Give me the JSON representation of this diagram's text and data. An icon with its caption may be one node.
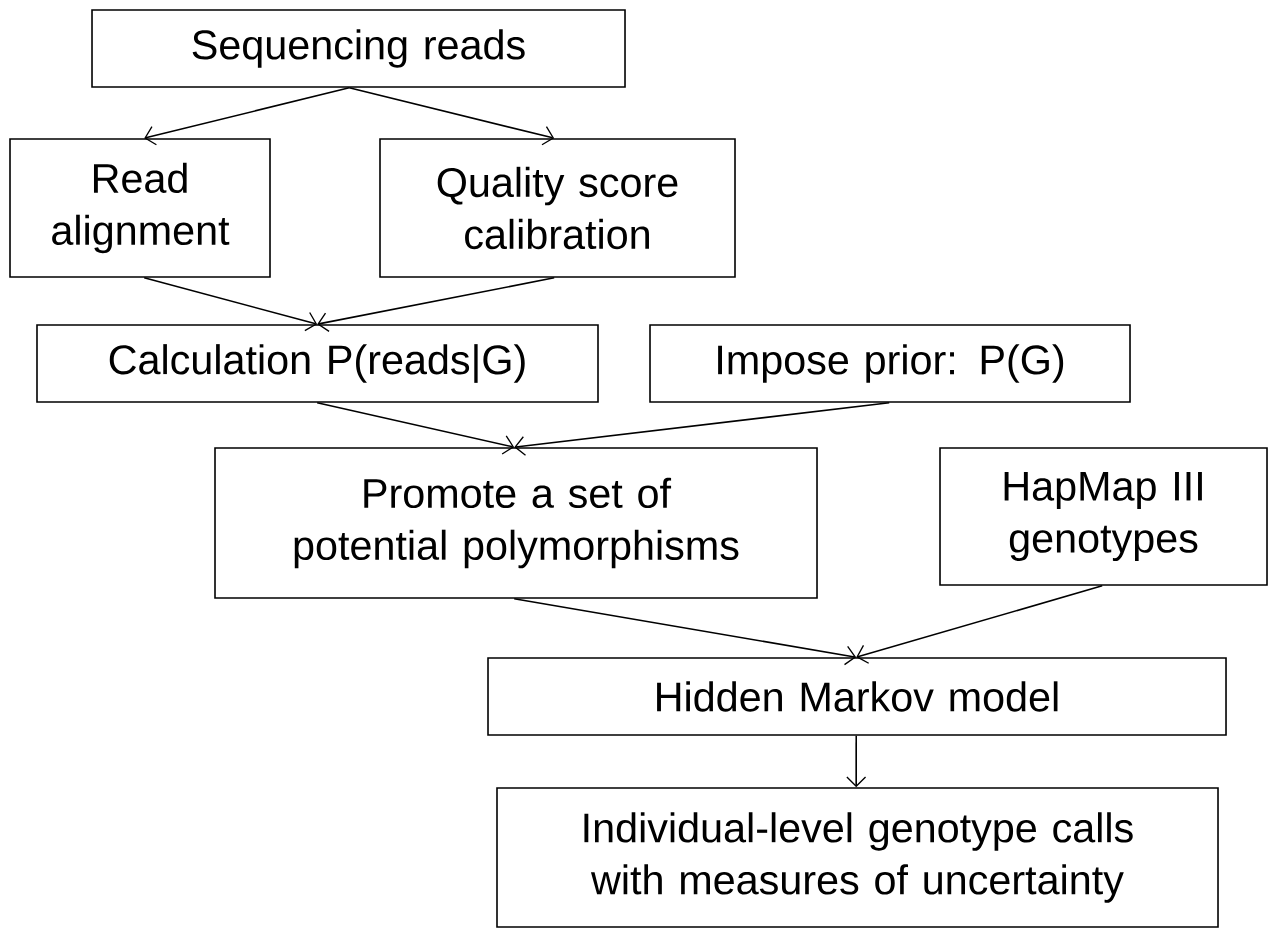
{
  "diagram": {
    "nodes": [
      {
        "text": [
          "Sequencing reads"
        ]
      },
      {
        "text": [
          "Read alignment"
        ]
      },
      {
        "text": [
          "Quality score calibration"
        ]
      },
      {
        "text": [
          "Calculation P(reads|G)"
        ]
      },
      {
        "text": [
          "Impose prior: P(G)"
        ]
      },
      {
        "text": [
          "Promote a set of potential polymorphisms"
        ]
      },
      {
        "text": [
          "HapMap III genotypes"
        ]
      },
      {
        "text": [
          "Hidden Markov model"
        ]
      },
      {
        "text": [
          "Individual-level genotype calls with measures of uncertainty"
        ]
      }
    ],
    "edges": [
      {
        "from": 0,
        "to": 1,
        "arrow": "to"
      },
      {
        "from": 0,
        "to": 2,
        "arrow": "to"
      },
      {
        "from": 1,
        "to": 3,
        "arrow": "to"
      },
      {
        "from": 2,
        "to": 3,
        "arrow": "to"
      },
      {
        "from": 3,
        "to": 5,
        "arrow": "to"
      },
      {
        "from": 4,
        "to": 5,
        "arrow": "to"
      },
      {
        "from": 5,
        "to": 7,
        "arrow": "to"
      },
      {
        "from": 6,
        "to": 7,
        "arrow": "to"
      },
      {
        "from": 7,
        "to": 8,
        "arrow": "to"
      }
    ]
  }
}
